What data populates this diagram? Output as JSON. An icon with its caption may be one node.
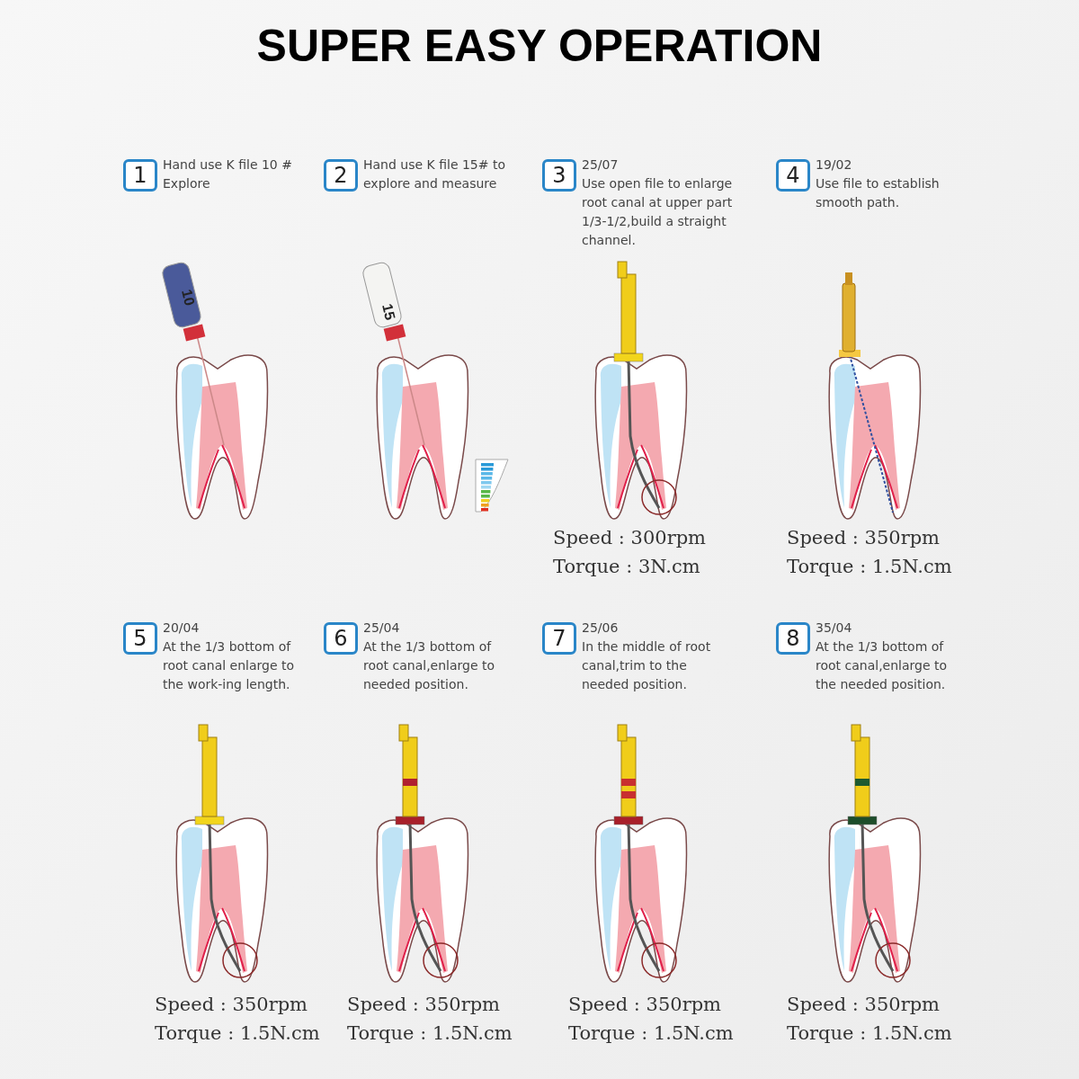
{
  "diagram": {
    "title": "SUPER EASY OPERATION",
    "nodes": [
      {
        "text": [
          "1"
        ],
        "beside": [
          "Hand use K file 10 # Explore"
        ]
      },
      {
        "text": [
          "2"
        ],
        "beside": [
          "Hand use K file 15# to explore and measure"
        ]
      },
      {
        "text": [
          "3"
        ],
        "beside": [
          "25/07",
          "Use open file to enlarge root canal at upper part 1/3-1/2,build a straight channel."
        ]
      },
      {
        "text": [
          "4"
        ],
        "beside": [
          "19/02",
          "Use file to establish smooth path."
        ]
      },
      {
        "text": [
          "5"
        ],
        "beside": [
          "20/04",
          "At the 1/3 bottom of root canal enlarge to the work-ing length."
        ]
      },
      {
        "text": [
          "6"
        ],
        "beside": [
          "25/04",
          "At the 1/3 bottom of root canal,enlarge to needed position."
        ]
      },
      {
        "text": [
          "7"
        ],
        "beside": [
          "25/06",
          "In the middle of root canal,trim to the needed position."
        ]
      },
      {
        "text": [
          "8"
        ],
        "beside": [
          "35/04",
          "At the 1/3 bottom of root canal,enlarge to the needed position."
        ]
      }
    ],
    "labels": [
      "10",
      "15",
      "Speed : 300rpm",
      "Torque : 3N.cm",
      "Speed : 350rpm",
      "Torque : 1.5N.cm",
      "Speed : 350rpm",
      "Torque : 1.5N.cm",
      "Speed : 350rpm",
      "Torque : 1.5N.cm",
      "Speed : 350rpm",
      "Torque : 1.5N.cm",
      "Speed : 350rpm",
      "Torque : 1.5N.cm"
    ]
  }
}
